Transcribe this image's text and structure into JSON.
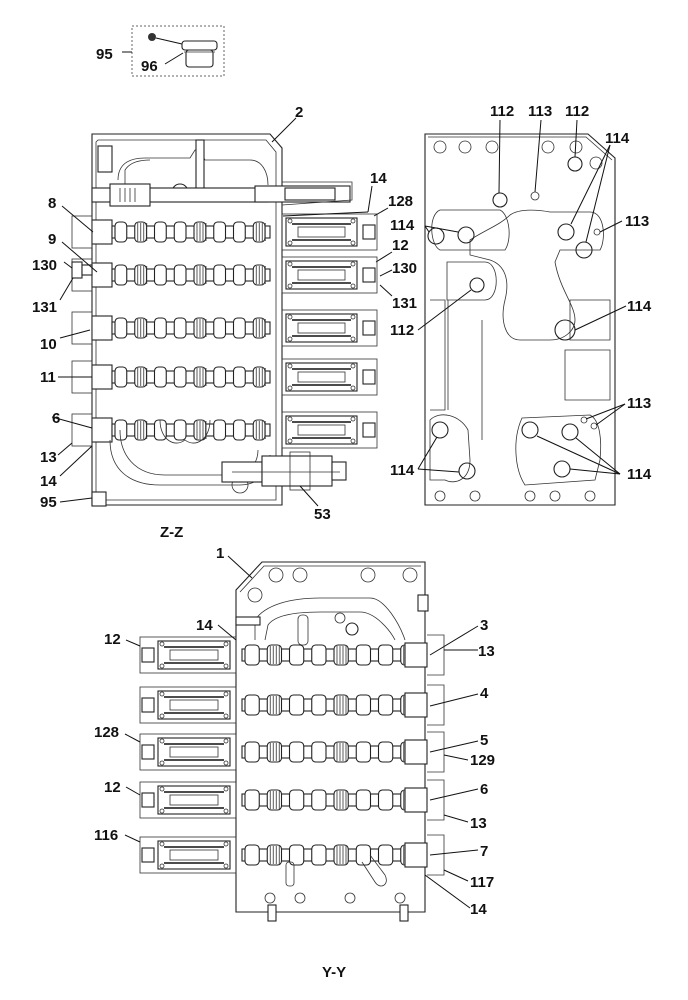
{
  "views": {
    "detail_box": {
      "labels": [
        "95",
        "96"
      ]
    },
    "z_z": {
      "title": "Z-Z",
      "left_labels": [
        "8",
        "9",
        "130",
        "131",
        "10",
        "11",
        "6",
        "13",
        "14",
        "95"
      ],
      "top_labels": [
        "2",
        "14",
        "128",
        "12",
        "130",
        "131"
      ],
      "bottom_labels": [
        "53"
      ]
    },
    "plate": {
      "labels": [
        "112",
        "113",
        "112",
        "114",
        "114",
        "113",
        "112",
        "114",
        "113",
        "114",
        "114"
      ]
    },
    "y_y": {
      "title": "Y-Y",
      "top_labels": [
        "1",
        "14"
      ],
      "left_labels": [
        "12",
        "128",
        "12",
        "116"
      ],
      "right_labels": [
        "3",
        "13",
        "4",
        "5",
        "129",
        "6",
        "13",
        "7",
        "117",
        "14"
      ]
    }
  },
  "callouts": [
    {
      "id": "c95a",
      "text": "95"
    },
    {
      "id": "c96",
      "text": "96"
    },
    {
      "id": "c2",
      "text": "2"
    },
    {
      "id": "c14a",
      "text": "14"
    },
    {
      "id": "c8",
      "text": "8"
    },
    {
      "id": "c128a",
      "text": "128"
    },
    {
      "id": "c9",
      "text": "9"
    },
    {
      "id": "c12a",
      "text": "12"
    },
    {
      "id": "c130a",
      "text": "130"
    },
    {
      "id": "c130b",
      "text": "130"
    },
    {
      "id": "c131a",
      "text": "131"
    },
    {
      "id": "c131b",
      "text": "131"
    },
    {
      "id": "c10",
      "text": "10"
    },
    {
      "id": "c11",
      "text": "11"
    },
    {
      "id": "c6a",
      "text": "6"
    },
    {
      "id": "c13a",
      "text": "13"
    },
    {
      "id": "c14b",
      "text": "14"
    },
    {
      "id": "c95b",
      "text": "95"
    },
    {
      "id": "c53",
      "text": "53"
    },
    {
      "id": "c112a",
      "text": "112"
    },
    {
      "id": "c113a",
      "text": "113"
    },
    {
      "id": "c112b",
      "text": "112"
    },
    {
      "id": "c114a",
      "text": "114"
    },
    {
      "id": "c114b",
      "text": "114"
    },
    {
      "id": "c113b",
      "text": "113"
    },
    {
      "id": "c112c",
      "text": "112"
    },
    {
      "id": "c114c",
      "text": "114"
    },
    {
      "id": "c113c",
      "text": "113"
    },
    {
      "id": "c114d",
      "text": "114"
    },
    {
      "id": "c114e",
      "text": "114"
    },
    {
      "id": "c1",
      "text": "1"
    },
    {
      "id": "c14c",
      "text": "14"
    },
    {
      "id": "c12b",
      "text": "12"
    },
    {
      "id": "c3",
      "text": "3"
    },
    {
      "id": "c13b",
      "text": "13"
    },
    {
      "id": "c4",
      "text": "4"
    },
    {
      "id": "c128b",
      "text": "128"
    },
    {
      "id": "c5",
      "text": "5"
    },
    {
      "id": "c129",
      "text": "129"
    },
    {
      "id": "c12c",
      "text": "12"
    },
    {
      "id": "c6b",
      "text": "6"
    },
    {
      "id": "c13c",
      "text": "13"
    },
    {
      "id": "c116",
      "text": "116"
    },
    {
      "id": "c7",
      "text": "7"
    },
    {
      "id": "c117",
      "text": "117"
    },
    {
      "id": "c14d",
      "text": "14"
    }
  ],
  "titles": {
    "zz": "Z-Z",
    "yy": "Y-Y"
  }
}
